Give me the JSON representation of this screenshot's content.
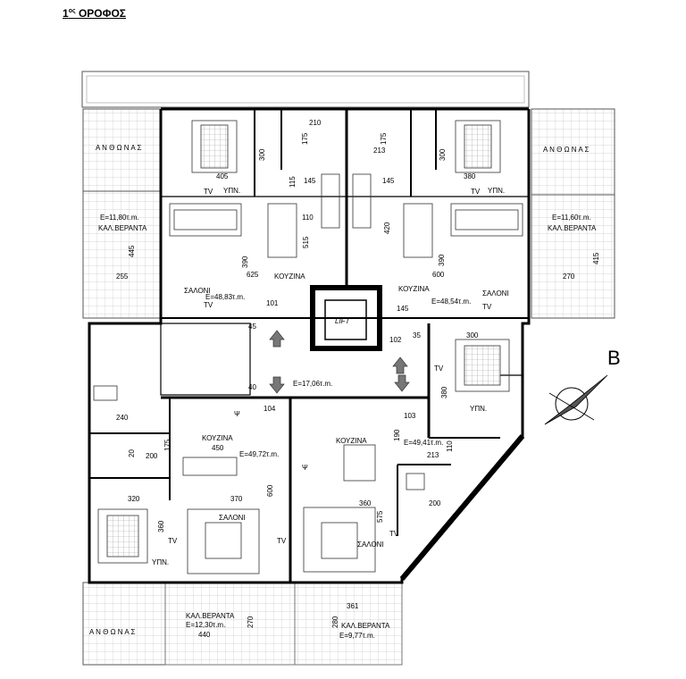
{
  "title": {
    "prefix": "1",
    "sup": "ος",
    "rest": " ΟΡΟΦΟΣ"
  },
  "compass_letter": "B",
  "labels": {
    "anthonas": "Α Ν Θ Ω Ν Α Σ",
    "ypn": "ΥΠΝ.",
    "tv": "TV",
    "saloni": "ΣΑΛΟΝΙ",
    "kouzina": "ΚΟΥΖΙΝΑ",
    "kal_veranta": "ΚΑΛ.ΒΕΡΑΝΤΑ",
    "lift": "LIFT",
    "psi": "Ψ"
  },
  "areas": {
    "ver_nw": "Ε=11,80τ.m.",
    "ver_ne": "Ε=11,60τ.m.",
    "apt101": "Ε=48,83τ.m.",
    "apt102": "Ε=48,54τ.m.",
    "corridor": "Ε=17,06τ.m.",
    "apt104": "Ε=49,72τ.m.",
    "apt103": "Ε=49,41τ.m.",
    "ver_sw": "Ε=12,30τ.m.",
    "ver_s": "Ε=9,77τ.m."
  },
  "units": {
    "u101": "101",
    "u102": "102",
    "u103": "103",
    "u104": "104"
  },
  "dims": {
    "d405": "405",
    "d300a": "300",
    "d175a": "175",
    "d210": "210",
    "d115": "115",
    "d145a": "145",
    "d110": "110",
    "d515": "515",
    "d390a": "390",
    "d625": "625",
    "d445": "445",
    "d255": "255",
    "d213a": "213",
    "d175b": "175",
    "d145b": "145",
    "d420": "420",
    "d300b": "300",
    "d380": "380",
    "d390b": "390",
    "d600a": "600",
    "d415": "415",
    "d270a": "270",
    "d145c": "145",
    "d35": "35",
    "d300c": "300",
    "d380b": "380",
    "d240": "240",
    "d175c": "175",
    "d450": "450",
    "d200a": "200",
    "d20": "20",
    "d320": "320",
    "d370": "370",
    "d360a": "360",
    "d600b": "600",
    "d360b": "360",
    "d575": "575",
    "d190": "190",
    "d213b": "213",
    "d200b": "200",
    "d110b": "110",
    "d361": "361",
    "d270b": "270",
    "d440": "440",
    "d280": "280",
    "d40": "40",
    "d45": "45"
  }
}
